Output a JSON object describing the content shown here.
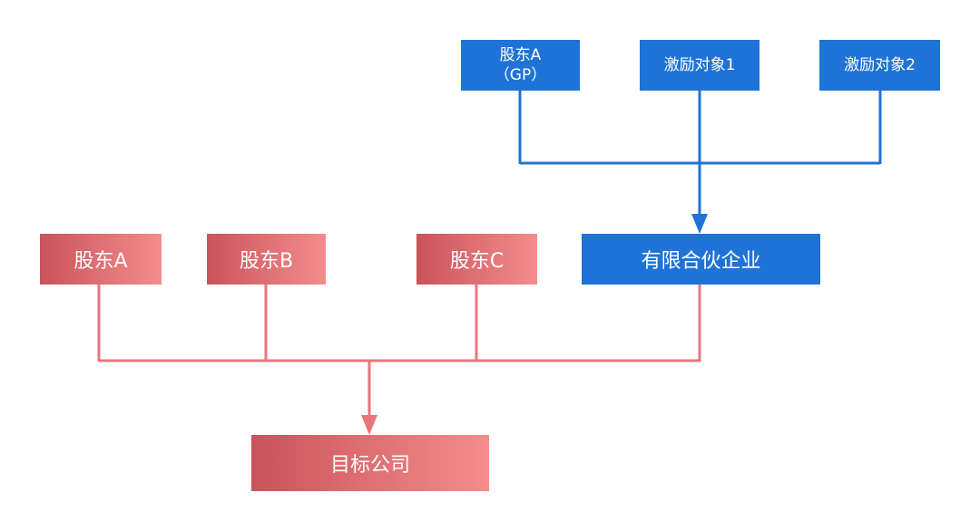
{
  "top_row": {
    "gp_line1": "股东A",
    "gp_line2": "（GP）",
    "incentive_1": "激励对象1",
    "incentive_2": "激励对象2"
  },
  "middle_row": {
    "shareholder_a": "股东A",
    "shareholder_b": "股东B",
    "shareholder_c": "股东C",
    "partnership": "有限合伙企业"
  },
  "bottom": {
    "target": "目标公司"
  },
  "colors": {
    "blue": "#1f73d6",
    "red_start": "#c9545b",
    "red_end": "#f48c8c",
    "red_line": "#e8767b"
  }
}
